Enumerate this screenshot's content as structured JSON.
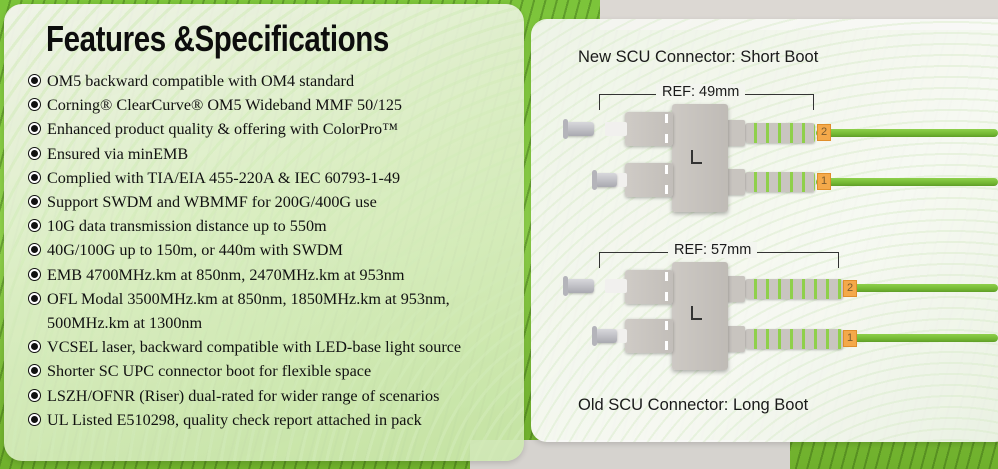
{
  "features_panel": {
    "title": "Features &Specifications",
    "bullet_icon": "radio-bullet-icon",
    "items": [
      "OM5 backward compatible with OM4 standard",
      "Corning® ClearCurve® OM5 Wideband MMF 50/125",
      "Enhanced product quality & offering with ColorPro™",
      "Ensured via minEMB",
      "Complied with TIA/EIA 455-220A & IEC 60793-1-49",
      "Support SWDM and WBMMF for 200G/400G use",
      "10G data transmission distance up to 550m",
      "40G/100G up to 150m, or 440m with SWDM",
      "EMB 4700MHz.km at 850nm, 2470MHz.km at 953nm",
      "OFL Modal 3500MHz.km at 850nm, 1850MHz.km at 953nm,",
      "500MHz.km at 1300nm",
      "VCSEL laser, backward compatible with LED-base light source",
      "Shorter SC UPC connector boot for flexible space",
      "LSZH/OFNR (Riser) dual-rated for wider range of scenarios",
      "UL Listed E510298, quality check report attached in pack"
    ]
  },
  "connector_panel": {
    "new_connector": {
      "caption": "New SCU Connector: Short Boot",
      "ref_length": "REF: 49mm",
      "tags": [
        "2",
        "1"
      ]
    },
    "old_connector": {
      "caption": "Old SCU Connector: Long Boot",
      "ref_length": "REF: 57mm",
      "tags": [
        "2",
        "1"
      ]
    }
  },
  "colors": {
    "cable_green": "#7cc43a",
    "tag_orange": "#f4a94a",
    "connector_gray": "#c8c4bf"
  }
}
